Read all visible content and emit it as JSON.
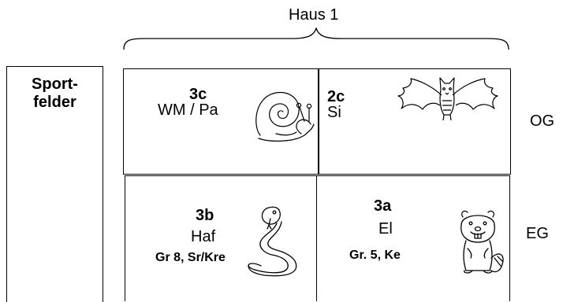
{
  "house": {
    "title": "Haus 1"
  },
  "sport": {
    "line1": "Sport-",
    "line2": "felder"
  },
  "floors": {
    "upper": "OG",
    "ground": "EG"
  },
  "rooms": {
    "r3c": {
      "class": "3c",
      "teacher": "WM /  Pa",
      "animal": "snail-icon"
    },
    "r2c": {
      "class": "2c",
      "teacher": "Si",
      "animal": "bat-icon"
    },
    "r3b": {
      "class": "3b",
      "teacher": "Haf",
      "group": "Gr 8, Sr/Kre",
      "animal": "snake-icon"
    },
    "r3a": {
      "class": "3a",
      "teacher": "El",
      "group": "Gr. 5, Ke",
      "animal": "beaver-icon"
    }
  }
}
